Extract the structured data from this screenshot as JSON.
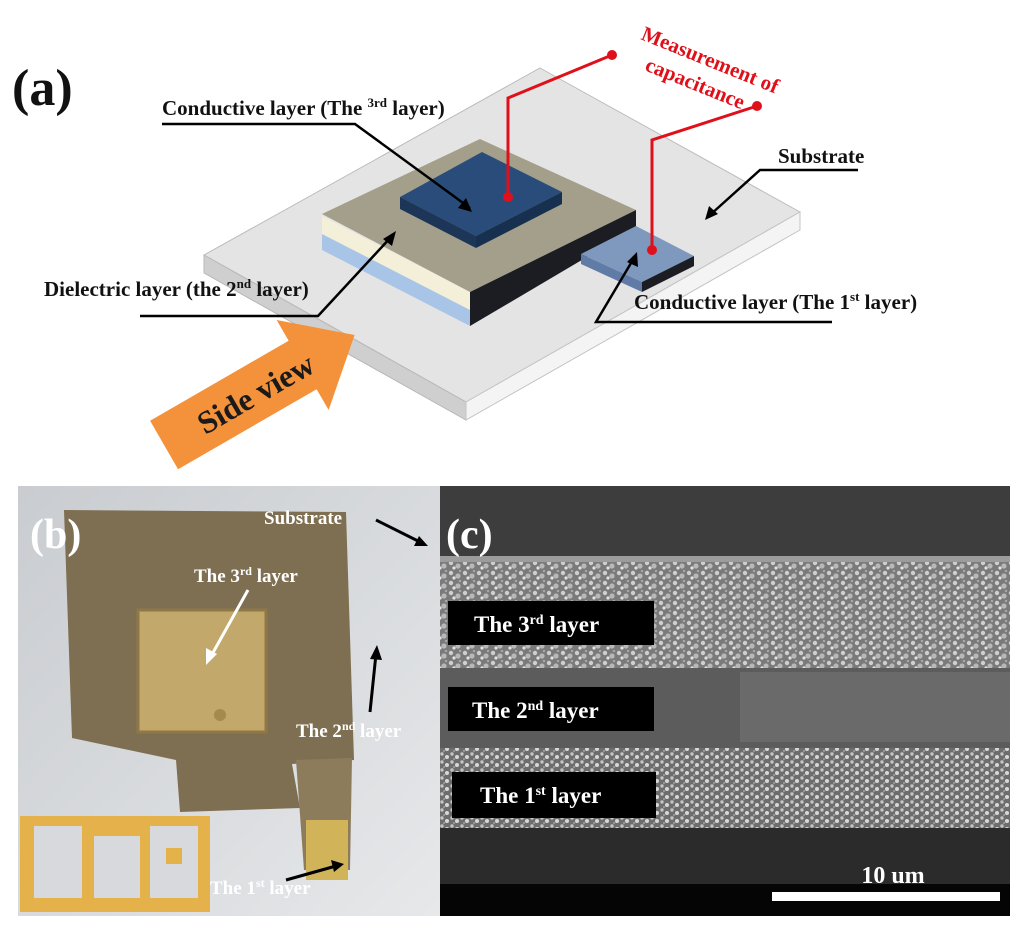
{
  "panel_a": {
    "tag": "(a)",
    "measurement": {
      "line1": "Measurement of",
      "line2": "capacitance"
    },
    "conductive3": {
      "text": "Conductive layer (The ",
      "sup": "3rd",
      "tail": " layer)"
    },
    "substrate": "Substrate",
    "dielectric": {
      "text": "Dielectric layer (the 2",
      "sup": "nd",
      "tail": " layer)"
    },
    "conductive1": {
      "text": "Conductive layer (The 1",
      "sup": "st",
      "tail": " layer)"
    },
    "side_view": "Side view",
    "colors": {
      "measure_line": "#e0101a",
      "arrow": "#f4913b",
      "layer3": "#1f3f6c",
      "pad1": "#6f8cb8",
      "dielectric": "#f3efd9",
      "substrate": "#ececec"
    }
  },
  "panel_b": {
    "tag": "(b)",
    "substrate": "Substrate",
    "layer3": {
      "text": "The 3",
      "sup": "rd",
      "tail": " layer"
    },
    "layer2": {
      "text": "The 2",
      "sup": "nd",
      "tail": " layer"
    },
    "layer1": {
      "text": "The 1",
      "sup": "st",
      "tail": " layer"
    }
  },
  "panel_c": {
    "tag": "(c)",
    "layer3": {
      "text": "The 3",
      "sup": "rd",
      "tail": " layer"
    },
    "layer2": {
      "text": "The 2",
      "sup": "nd",
      "tail": " layer"
    },
    "layer1": {
      "text": "The 1",
      "sup": "st",
      "tail": " layer"
    },
    "scale": "10 um"
  }
}
